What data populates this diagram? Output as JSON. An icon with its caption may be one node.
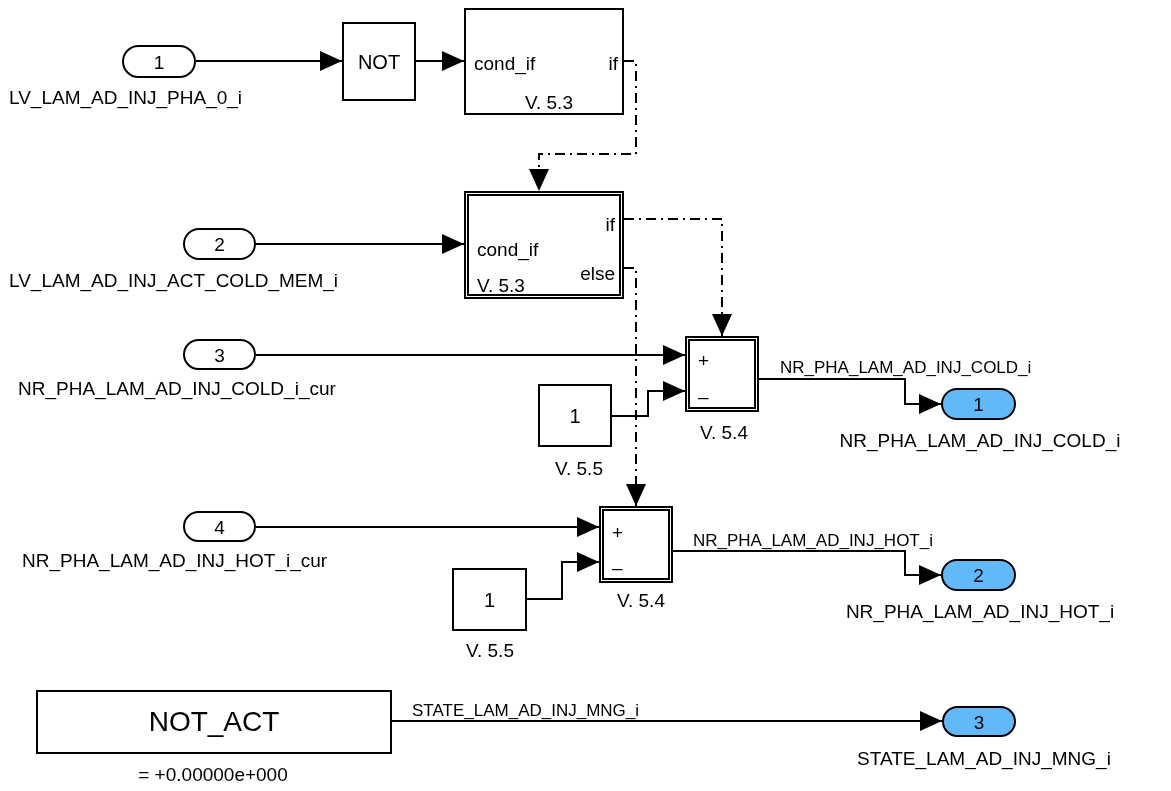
{
  "diagram": {
    "nodes": [
      {
        "text": [
          "1"
        ],
        "beside": [
          "LV_LAM_AD_INJ_PHA_0_i"
        ]
      },
      {
        "text": [
          "NOT"
        ]
      },
      {
        "text": [
          "cond_if",
          "if",
          "V. 5.3"
        ]
      },
      {
        "text": [
          "if",
          "cond_if",
          "else",
          "V. 5.3"
        ]
      },
      {
        "text": [
          "2"
        ],
        "beside": [
          "LV_LAM_AD_INJ_ACT_COLD_MEM_i"
        ]
      },
      {
        "text": [
          "3"
        ],
        "beside": [
          "NR_PHA_LAM_AD_INJ_COLD_i_cur"
        ]
      },
      {
        "text": [
          "1"
        ],
        "beside": [
          "V. 5.5"
        ]
      },
      {
        "text": [
          "+",
          "–"
        ],
        "beside": [
          "V. 5.4"
        ]
      },
      {
        "text": [
          "1"
        ],
        "beside": [
          "NR_PHA_LAM_AD_INJ_COLD_i"
        ]
      },
      {
        "text": [
          "4"
        ],
        "beside": [
          "NR_PHA_LAM_AD_INJ_HOT_i_cur"
        ]
      },
      {
        "text": [
          "1"
        ],
        "beside": [
          "V. 5.5"
        ]
      },
      {
        "text": [
          "+",
          "–"
        ],
        "beside": [
          "V. 5.4"
        ]
      },
      {
        "text": [
          "2"
        ],
        "beside": [
          "NR_PHA_LAM_AD_INJ_HOT_i"
        ]
      },
      {
        "text": [
          "NOT_ACT"
        ],
        "beside": [
          "= +0.00000e+000"
        ]
      },
      {
        "text": [
          "3"
        ],
        "beside": [
          "STATE_LAM_AD_INJ_MNG_i"
        ]
      }
    ],
    "edges": [
      {
        "from": 0,
        "to": 1,
        "arrow": "to"
      },
      {
        "from": 1,
        "to": 2,
        "arrow": "to"
      },
      {
        "from": 2,
        "to": 3,
        "arrow": "to",
        "style": "dashed"
      },
      {
        "from": 4,
        "to": 3,
        "arrow": "to"
      },
      {
        "from": 3,
        "to": 7,
        "arrow": "to",
        "style": "dashed"
      },
      {
        "from": 3,
        "to": 11,
        "arrow": "to",
        "style": "dashed"
      },
      {
        "from": 5,
        "to": 7,
        "arrow": "to"
      },
      {
        "from": 6,
        "to": 7,
        "arrow": "to"
      },
      {
        "from": 7,
        "to": 8,
        "arrow": "to",
        "label": "NR_PHA_LAM_AD_INJ_COLD_i"
      },
      {
        "from": 9,
        "to": 11,
        "arrow": "to"
      },
      {
        "from": 10,
        "to": 11,
        "arrow": "to"
      },
      {
        "from": 11,
        "to": 12,
        "arrow": "to",
        "label": "NR_PHA_LAM_AD_INJ_HOT_i"
      },
      {
        "from": 13,
        "to": 14,
        "arrow": "to",
        "label": "STATE_LAM_AD_INJ_MNG_i"
      }
    ]
  }
}
